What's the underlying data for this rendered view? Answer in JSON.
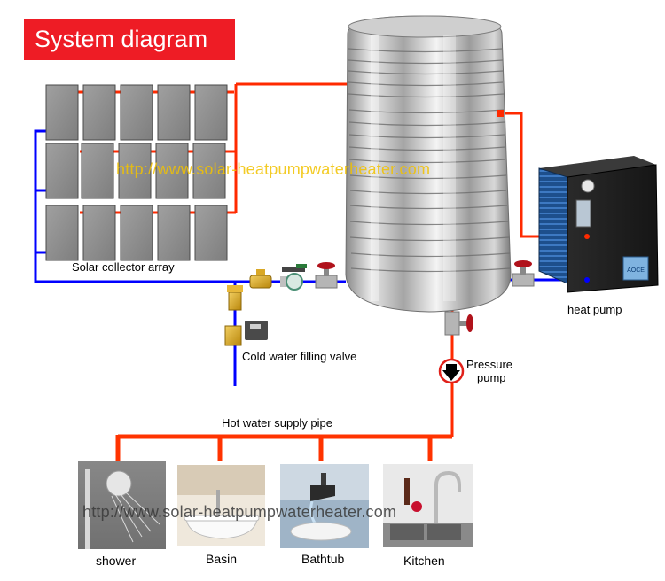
{
  "title": "System diagram",
  "watermark": "http://www.solar-heatpumpwaterheater.com",
  "labels": {
    "collector_array": "Solar collector array",
    "heat_pump": "heat pump",
    "cold_valve": "Cold water filling valve",
    "pressure_pump_line1": "Pressure",
    "pressure_pump_line2": "pump",
    "supply_pipe": "Hot water supply pipe"
  },
  "outlets": [
    {
      "label": "shower"
    },
    {
      "label": "Basin"
    },
    {
      "label": "Bathtub"
    },
    {
      "label": "Kitchen"
    }
  ],
  "heat_pump_logo": "AOCE",
  "colors": {
    "hot_pipe": "#ff2a00",
    "cold_pipe": "#0000ff",
    "title_bg": "#ee1c25",
    "panel": "#8e8e8e",
    "brass": "#d4a017"
  }
}
